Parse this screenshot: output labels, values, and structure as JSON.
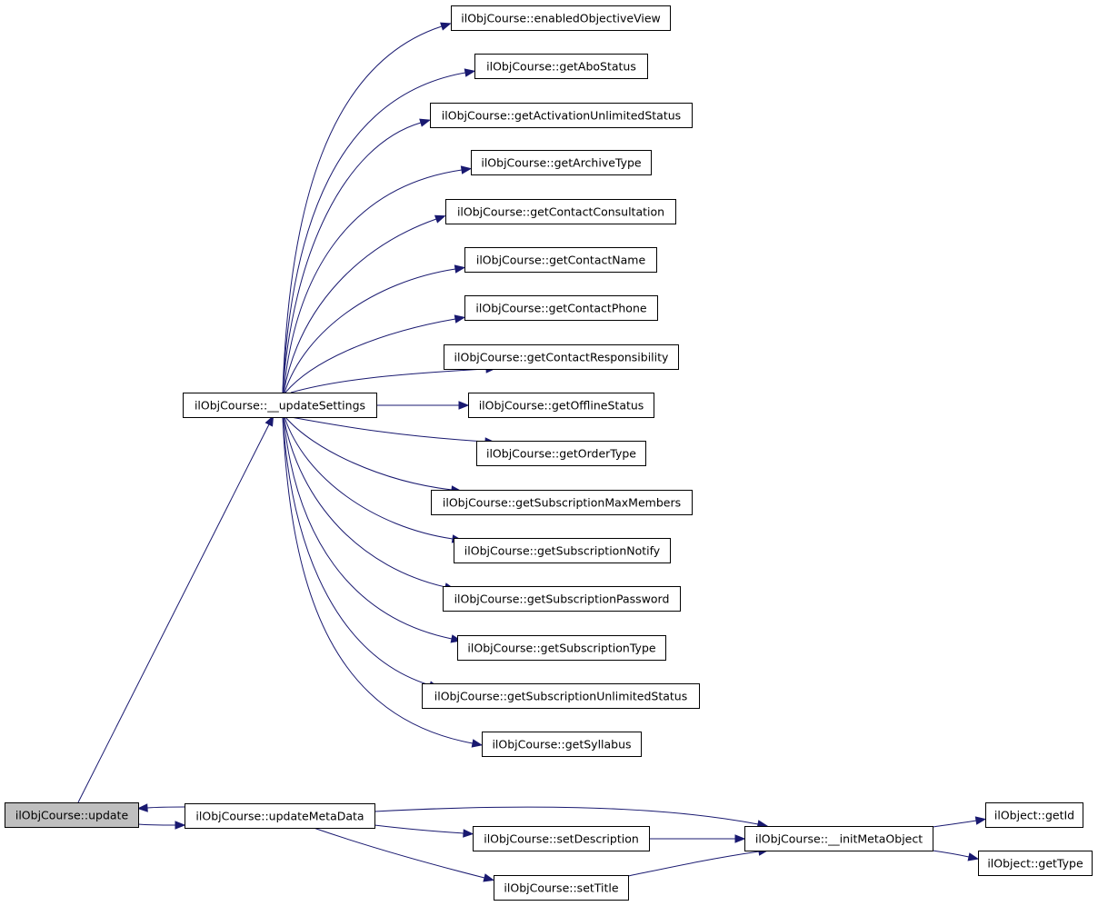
{
  "nodes": {
    "update": "ilObjCourse::update",
    "updateMetaData": "ilObjCourse::updateMetaData",
    "updateSettings": "ilObjCourse::__updateSettings",
    "enabledObjectiveView": "ilObjCourse::enabledObjectiveView",
    "getAboStatus": "ilObjCourse::getAboStatus",
    "getActivationUnlimitedStatus": "ilObjCourse::getActivationUnlimitedStatus",
    "getArchiveType": "ilObjCourse::getArchiveType",
    "getContactConsultation": "ilObjCourse::getContactConsultation",
    "getContactName": "ilObjCourse::getContactName",
    "getContactPhone": "ilObjCourse::getContactPhone",
    "getContactResponsibility": "ilObjCourse::getContactResponsibility",
    "getOfflineStatus": "ilObjCourse::getOfflineStatus",
    "getOrderType": "ilObjCourse::getOrderType",
    "getSubscriptionMaxMembers": "ilObjCourse::getSubscriptionMaxMembers",
    "getSubscriptionNotify": "ilObjCourse::getSubscriptionNotify",
    "getSubscriptionPassword": "ilObjCourse::getSubscriptionPassword",
    "getSubscriptionType": "ilObjCourse::getSubscriptionType",
    "getSubscriptionUnlimitedStatus": "ilObjCourse::getSubscriptionUnlimitedStatus",
    "getSyllabus": "ilObjCourse::getSyllabus",
    "setDescription": "ilObjCourse::setDescription",
    "setTitle": "ilObjCourse::setTitle",
    "initMetaObject": "ilObjCourse::__initMetaObject",
    "getId": "ilObject::getId",
    "getType": "ilObject::getType"
  },
  "edges": [
    [
      "update",
      "updateSettings"
    ],
    [
      "update",
      "updateMetaData"
    ],
    [
      "updateMetaData",
      "update"
    ],
    [
      "updateSettings",
      "enabledObjectiveView"
    ],
    [
      "updateSettings",
      "getAboStatus"
    ],
    [
      "updateSettings",
      "getActivationUnlimitedStatus"
    ],
    [
      "updateSettings",
      "getArchiveType"
    ],
    [
      "updateSettings",
      "getContactConsultation"
    ],
    [
      "updateSettings",
      "getContactName"
    ],
    [
      "updateSettings",
      "getContactPhone"
    ],
    [
      "updateSettings",
      "getContactResponsibility"
    ],
    [
      "updateSettings",
      "getOfflineStatus"
    ],
    [
      "updateSettings",
      "getOrderType"
    ],
    [
      "updateSettings",
      "getSubscriptionMaxMembers"
    ],
    [
      "updateSettings",
      "getSubscriptionNotify"
    ],
    [
      "updateSettings",
      "getSubscriptionPassword"
    ],
    [
      "updateSettings",
      "getSubscriptionType"
    ],
    [
      "updateSettings",
      "getSubscriptionUnlimitedStatus"
    ],
    [
      "updateSettings",
      "getSyllabus"
    ],
    [
      "updateMetaData",
      "initMetaObject"
    ],
    [
      "updateMetaData",
      "setDescription"
    ],
    [
      "updateMetaData",
      "setTitle"
    ],
    [
      "setDescription",
      "initMetaObject"
    ],
    [
      "setTitle",
      "initMetaObject"
    ],
    [
      "initMetaObject",
      "getId"
    ],
    [
      "initMetaObject",
      "getType"
    ]
  ],
  "highlighted_node": "update",
  "colors": {
    "edge": "#191970",
    "highlight_fill": "#bfbfbf"
  }
}
